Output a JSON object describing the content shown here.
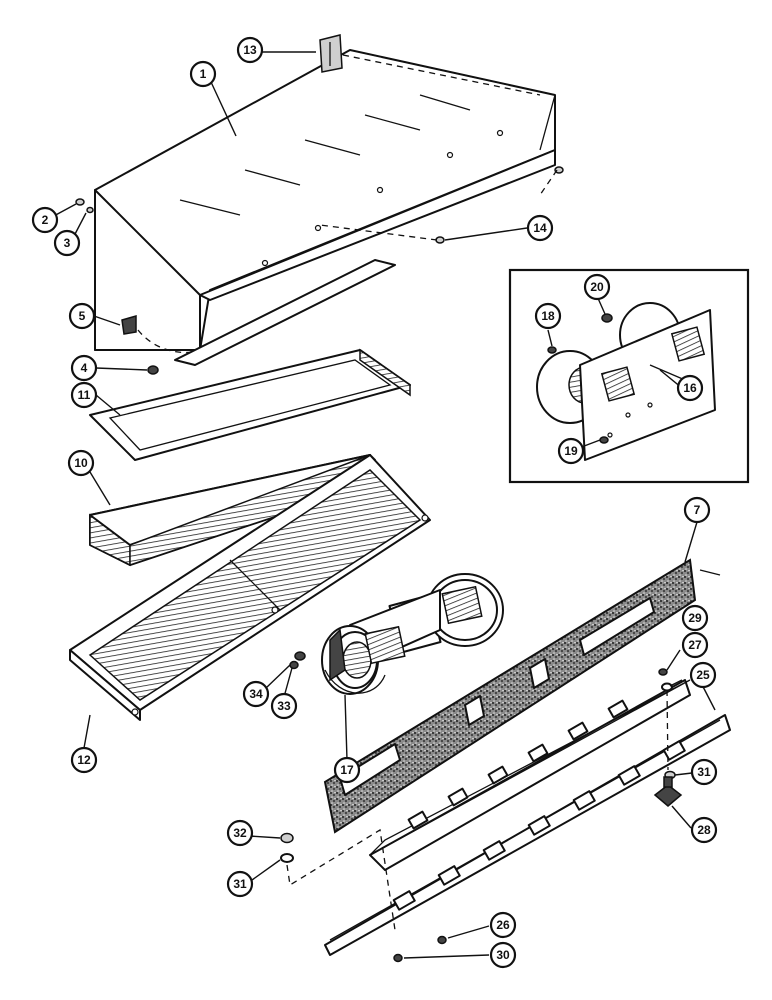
{
  "callouts": [
    {
      "id": "c1",
      "label": "1"
    },
    {
      "id": "c2",
      "label": "2"
    },
    {
      "id": "c3",
      "label": "3"
    },
    {
      "id": "c4",
      "label": "4"
    },
    {
      "id": "c5",
      "label": "5"
    },
    {
      "id": "c7",
      "label": "7"
    },
    {
      "id": "c10",
      "label": "10"
    },
    {
      "id": "c11",
      "label": "11"
    },
    {
      "id": "c12",
      "label": "12"
    },
    {
      "id": "c13",
      "label": "13"
    },
    {
      "id": "c14",
      "label": "14"
    },
    {
      "id": "c16",
      "label": "16"
    },
    {
      "id": "c17",
      "label": "17"
    },
    {
      "id": "c18",
      "label": "18"
    },
    {
      "id": "c19",
      "label": "19"
    },
    {
      "id": "c20",
      "label": "20"
    },
    {
      "id": "c25",
      "label": "25"
    },
    {
      "id": "c26",
      "label": "26"
    },
    {
      "id": "c27",
      "label": "27"
    },
    {
      "id": "c28",
      "label": "28"
    },
    {
      "id": "c29",
      "label": "29"
    },
    {
      "id": "c30",
      "label": "30"
    },
    {
      "id": "c31a",
      "label": "31"
    },
    {
      "id": "c31b",
      "label": "31"
    },
    {
      "id": "c32",
      "label": "32"
    },
    {
      "id": "c33",
      "label": "33"
    },
    {
      "id": "c34",
      "label": "34"
    }
  ]
}
